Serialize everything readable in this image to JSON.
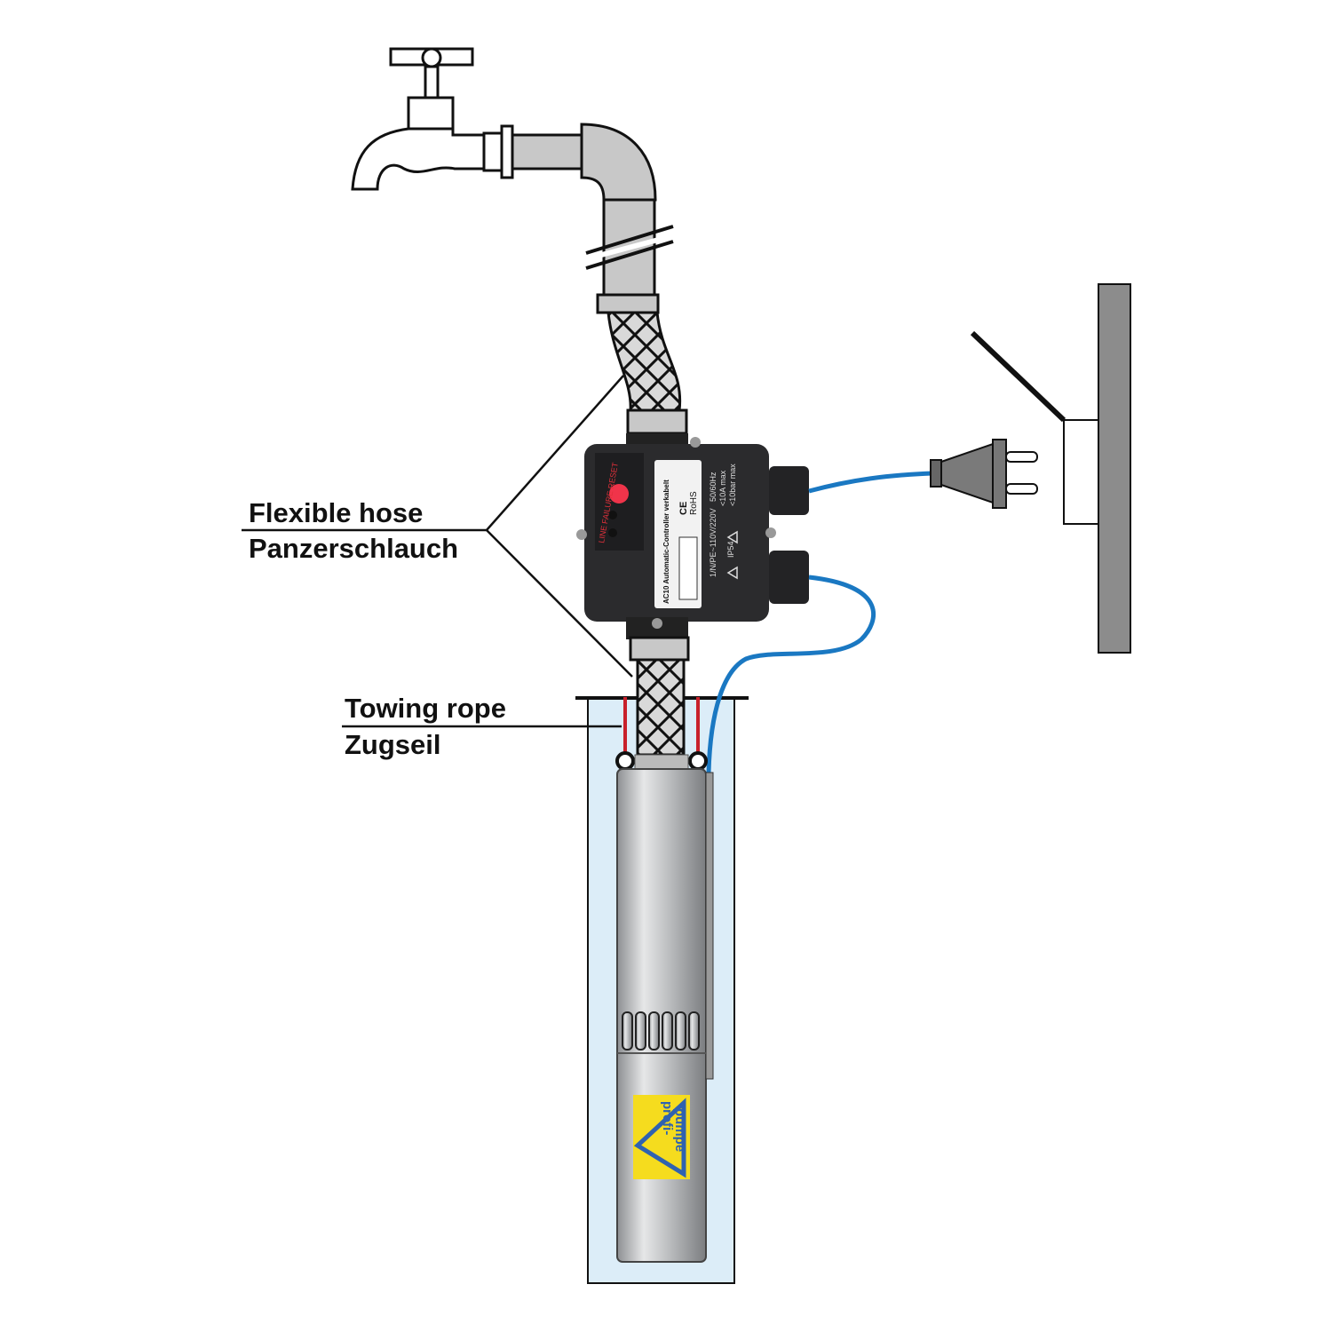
{
  "labels": {
    "flexible_hose_en": "Flexible hose",
    "flexible_hose_de": "Panzerschlauch",
    "towing_rope_en": "Towing rope",
    "towing_rope_de": "Zugseil"
  },
  "controller": {
    "model": "AC10 Automatic-Controller verkabelt",
    "leds": [
      "LINE",
      "FAILURE",
      "RESET"
    ],
    "frequency": "50/60Hz",
    "current": "<10A max",
    "pressure": "<10bar max",
    "voltage": "1/N/PE~110V/220V",
    "ip": "IP54",
    "ce": "CE",
    "rohs": "RoHS"
  },
  "pump": {
    "logo": "profi-pumpe"
  },
  "colors": {
    "cable": "#1a78c2",
    "well_water": "#dcedf8",
    "rope": "#c8202a",
    "logo_bg": "#f5dc1e",
    "logo_fg": "#2f62b0"
  }
}
